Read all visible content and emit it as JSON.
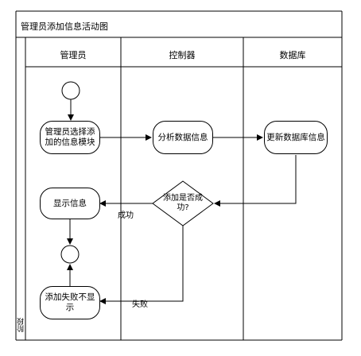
{
  "diagram": {
    "title": "管理员添加信息活动图",
    "side_label": "阶段",
    "lanes": [
      "管理员",
      "控制器",
      "数据库"
    ],
    "nodes": {
      "select_module": "管理员选择添加的信息模块",
      "analyze_data": "分析数据信息",
      "update_db": "更新数据库信息",
      "decision": "添加是否成功?",
      "show_info": "显示信息",
      "add_failed": "添加失败不显示"
    },
    "edge_labels": {
      "success": "成功",
      "failure": "失败"
    }
  }
}
